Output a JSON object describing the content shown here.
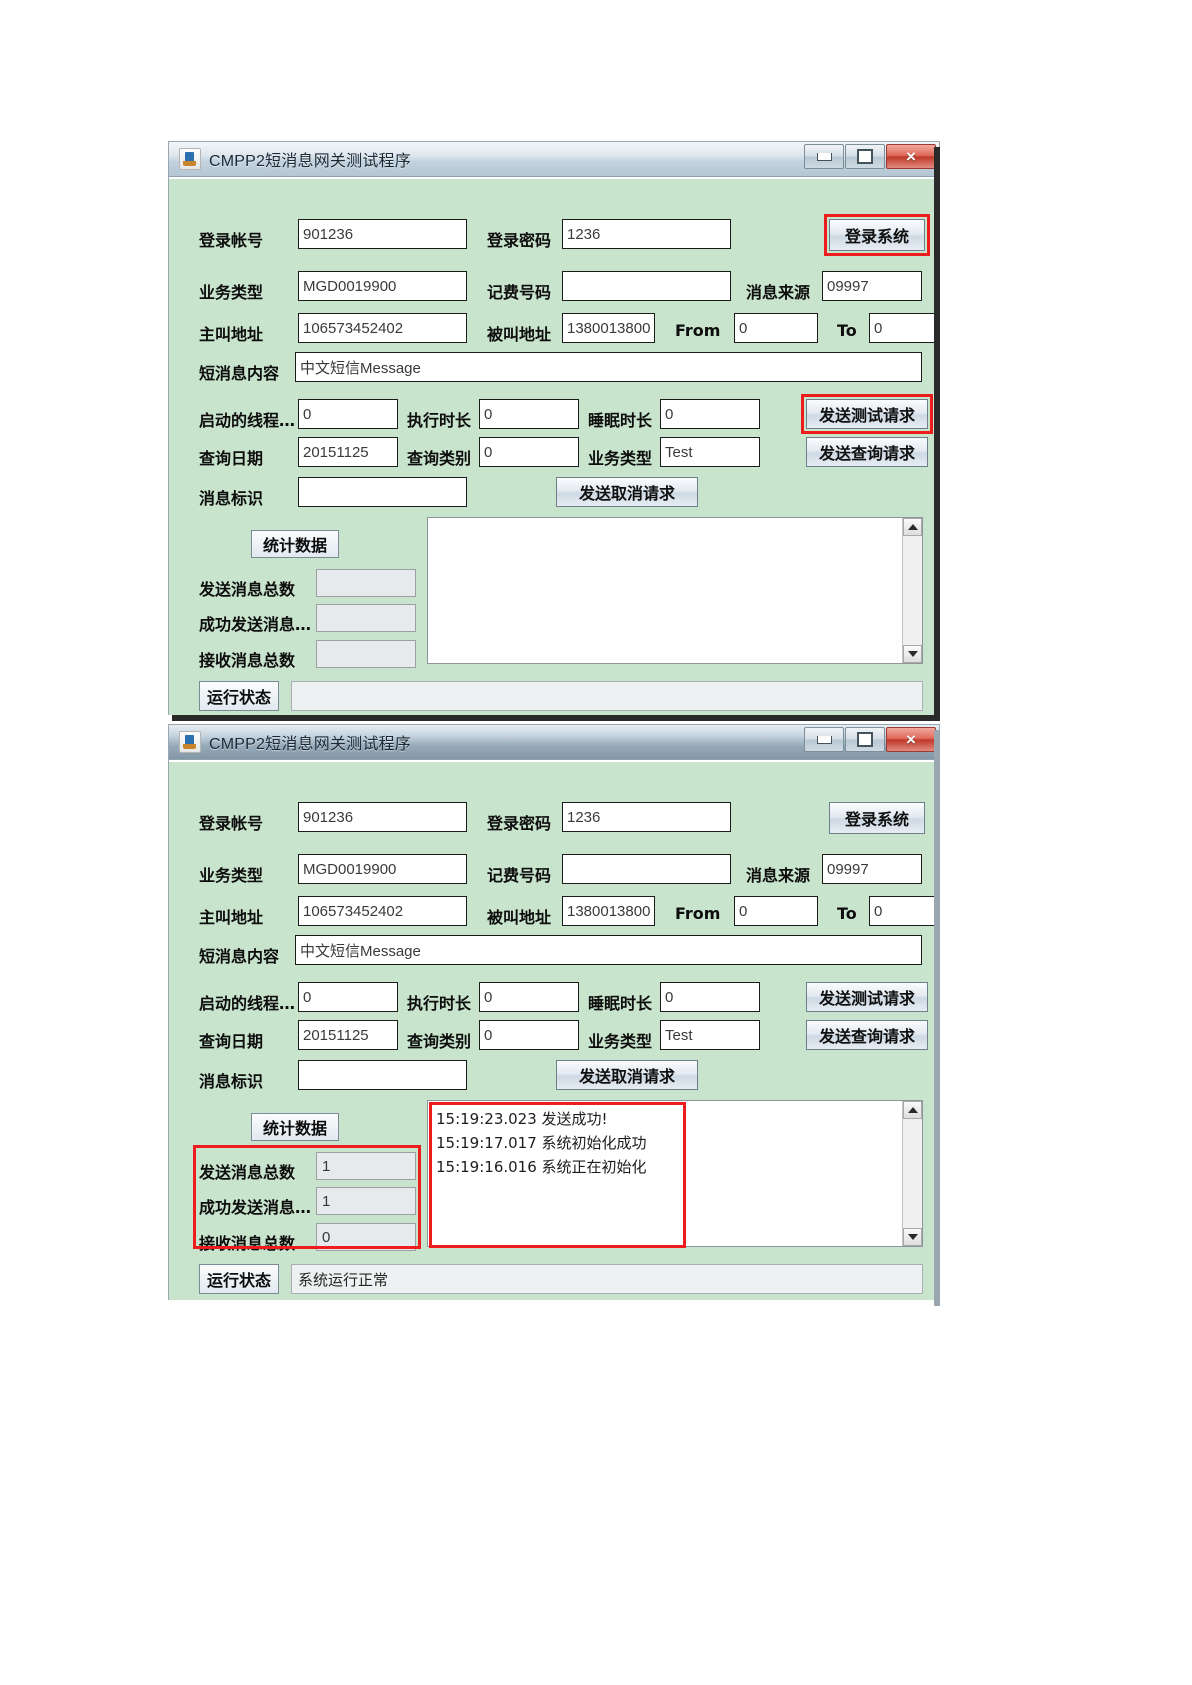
{
  "window": {
    "title": "CMPP2短消息网关测试程序",
    "controls": {
      "minimize": "minimize-icon",
      "maximize": "maximize-icon",
      "close": "×"
    }
  },
  "labels": {
    "login_account": "登录帐号",
    "login_password": "登录密码",
    "service_type": "业务类型",
    "fee_number": "记费号码",
    "msg_source": "消息来源",
    "caller_addr": "主叫地址",
    "callee_addr": "被叫地址",
    "from": "From",
    "to": "To",
    "sms_content": "短消息内容",
    "threads": "启动的线程…",
    "run_duration": "执行时长",
    "sleep_duration": "睡眠时长",
    "query_date": "查询日期",
    "query_type": "查询类别",
    "query_service": "业务类型",
    "msg_id": "消息标识",
    "stat_title": "统计数据",
    "total_sent": "发送消息总数",
    "success_sent": "成功发送消息…",
    "total_received": "接收消息总数",
    "run_state": "运行状态"
  },
  "buttons": {
    "login": "登录系统",
    "send_test": "发送测试请求",
    "send_query": "发送查询请求",
    "send_cancel": "发送取消请求"
  },
  "window1": {
    "values": {
      "login_account": "901236",
      "login_password": "1236",
      "service_type": "MGD0019900",
      "fee_number": "",
      "msg_source": "09997",
      "caller_addr": "106573452402",
      "callee_addr": "1380013800",
      "from": "0",
      "to": "0",
      "sms_content": "中文短信Message",
      "threads": "0",
      "run_duration": "0",
      "sleep_duration": "0",
      "query_date": "20151125",
      "query_type": "0",
      "query_service": "Test",
      "msg_id": "",
      "total_sent": "",
      "success_sent": "",
      "total_received": "",
      "run_state": ""
    },
    "log_lines": [],
    "highlights": [
      "login-button",
      "send-test-button"
    ]
  },
  "window2": {
    "values": {
      "login_account": "901236",
      "login_password": "1236",
      "service_type": "MGD0019900",
      "fee_number": "",
      "msg_source": "09997",
      "caller_addr": "106573452402",
      "callee_addr": "1380013800",
      "from": "0",
      "to": "0",
      "sms_content": "中文短信Message",
      "threads": "0",
      "run_duration": "0",
      "sleep_duration": "0",
      "query_date": "20151125",
      "query_type": "0",
      "query_service": "Test",
      "msg_id": "",
      "total_sent": "1",
      "success_sent": "1",
      "total_received": "0",
      "run_state": "系统运行正常"
    },
    "log_lines": [
      "15:19:23.023 发送成功!",
      "15:19:17.017 系统初始化成功",
      "15:19:16.016 系统正在初始化"
    ],
    "highlights": [
      "statistics-group",
      "log-textarea"
    ]
  },
  "colors": {
    "panel_bg": "#c9e4cd",
    "highlight": "#ee1c1c",
    "field_bg": "#ffffff",
    "readout_bg": "#e7eaec"
  }
}
